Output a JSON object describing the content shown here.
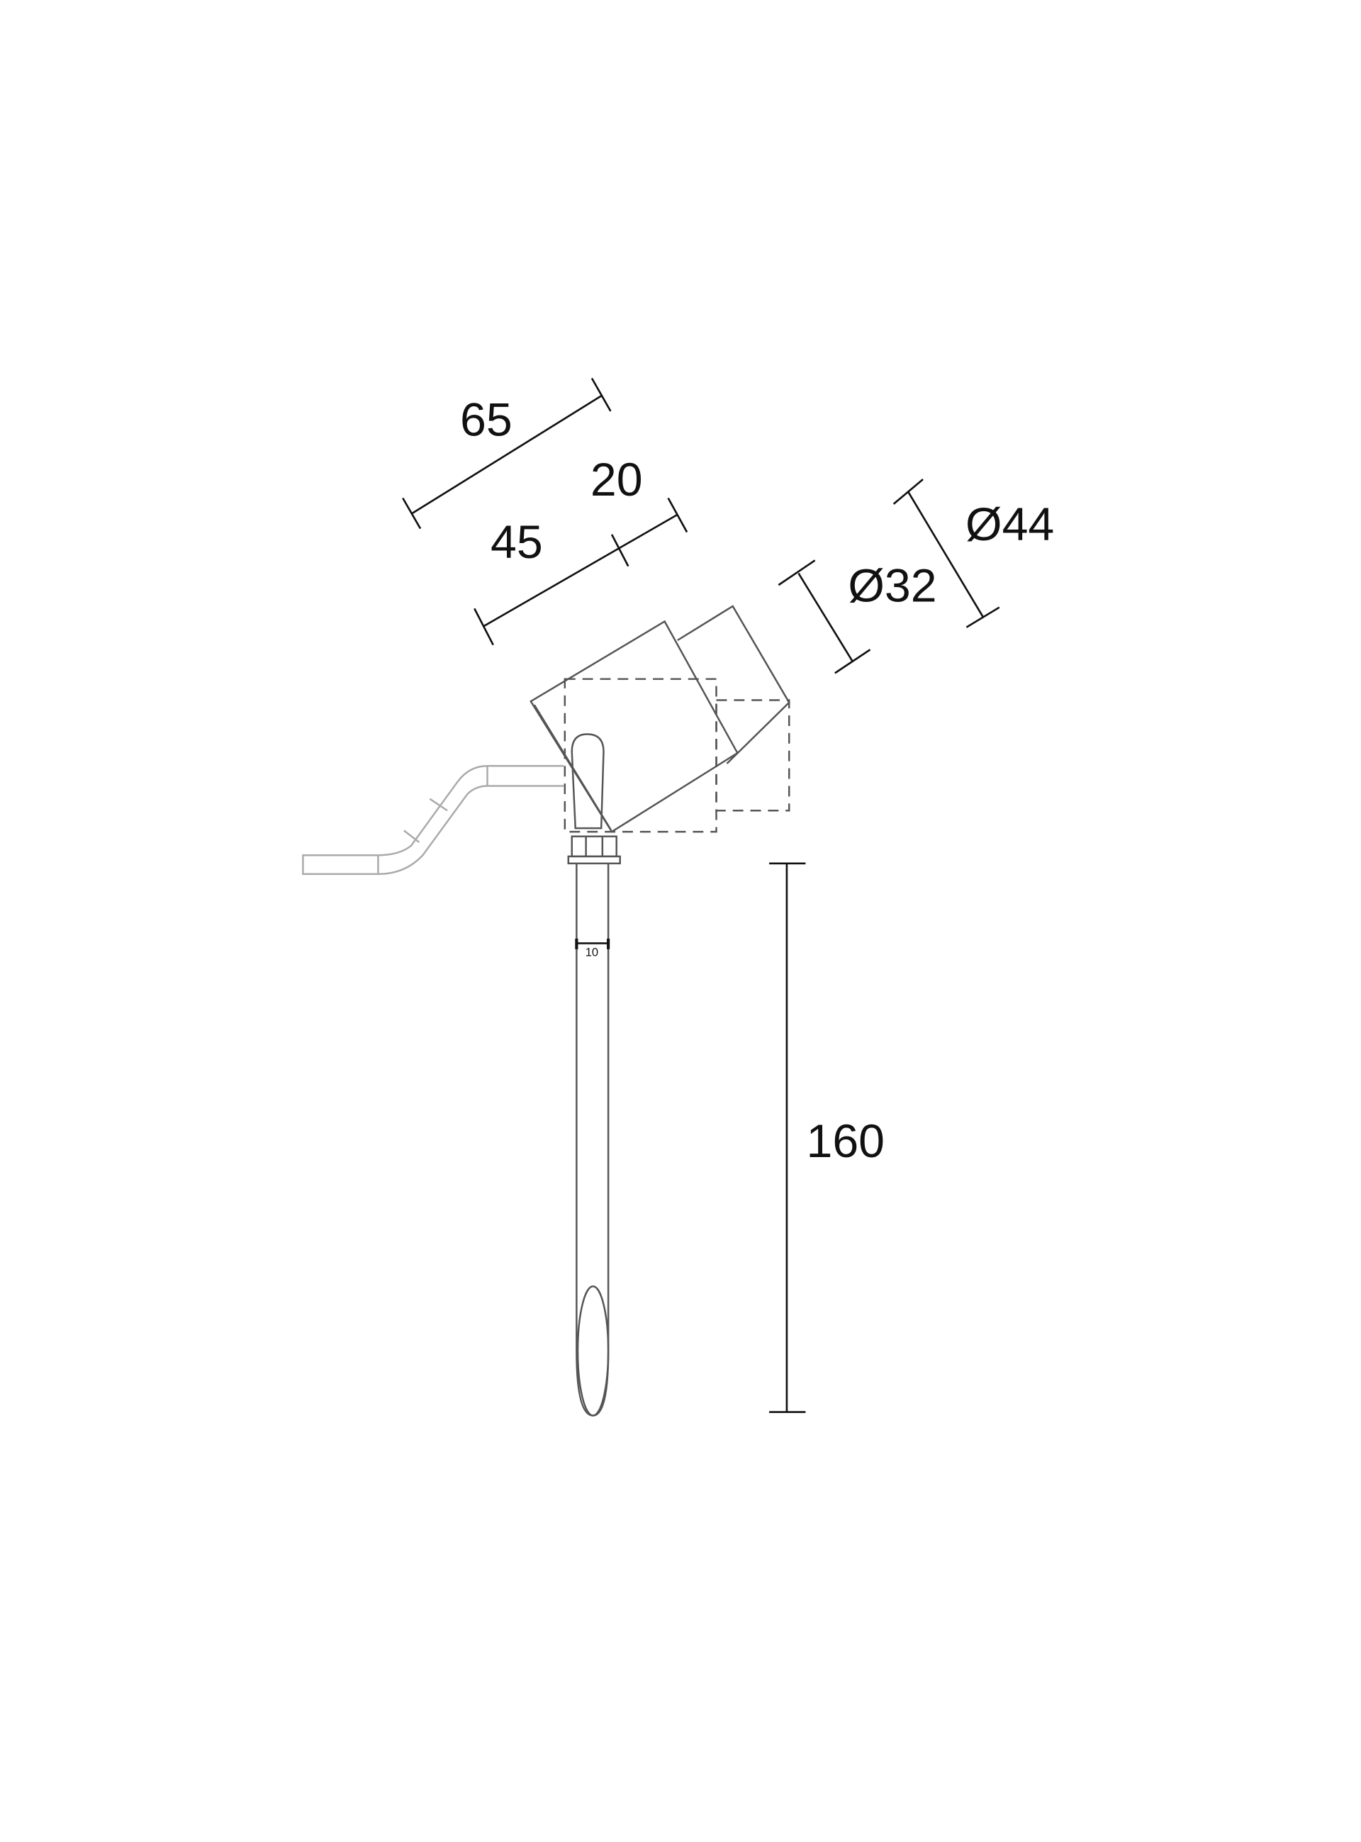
{
  "drawing": {
    "dimensions": {
      "overall_length": "65",
      "body_length": "45",
      "front_length": "20",
      "inner_diameter": "Ø32",
      "outer_diameter": "Ø44",
      "stake_length": "160",
      "stake_width": "10"
    }
  }
}
